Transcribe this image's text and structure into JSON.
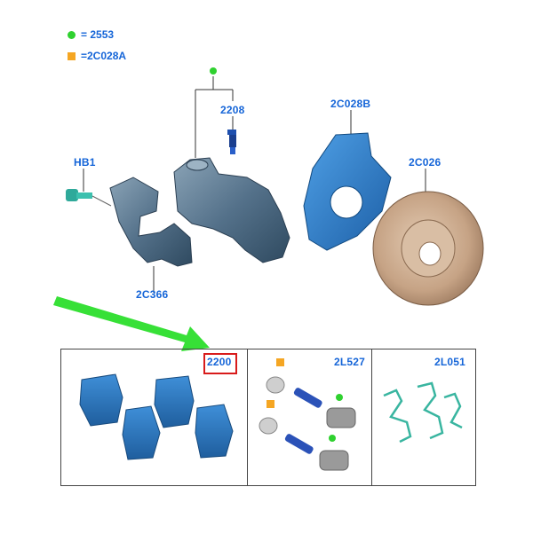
{
  "legend": {
    "items": [
      {
        "marker": "green-dot",
        "label": "= 2553",
        "color": "#2fd12f"
      },
      {
        "marker": "orange-square",
        "label": "=2C028A",
        "color": "#f5a623"
      }
    ]
  },
  "callouts": {
    "hb1": "HB1",
    "c2208": "2208",
    "c2c028b": "2C028B",
    "c2c026": "2C026",
    "c2c366": "2C366",
    "c2200": "2200",
    "c2l527": "2L527",
    "c2l051": "2L051"
  },
  "colors": {
    "part_blue": "#2a78c4",
    "part_dark": "#4b6b86",
    "rotor": "#c9a98a",
    "spring": "#39b5a0",
    "label": "#1565d8",
    "arrow": "#37e037",
    "highlight": "#d81b1b"
  }
}
